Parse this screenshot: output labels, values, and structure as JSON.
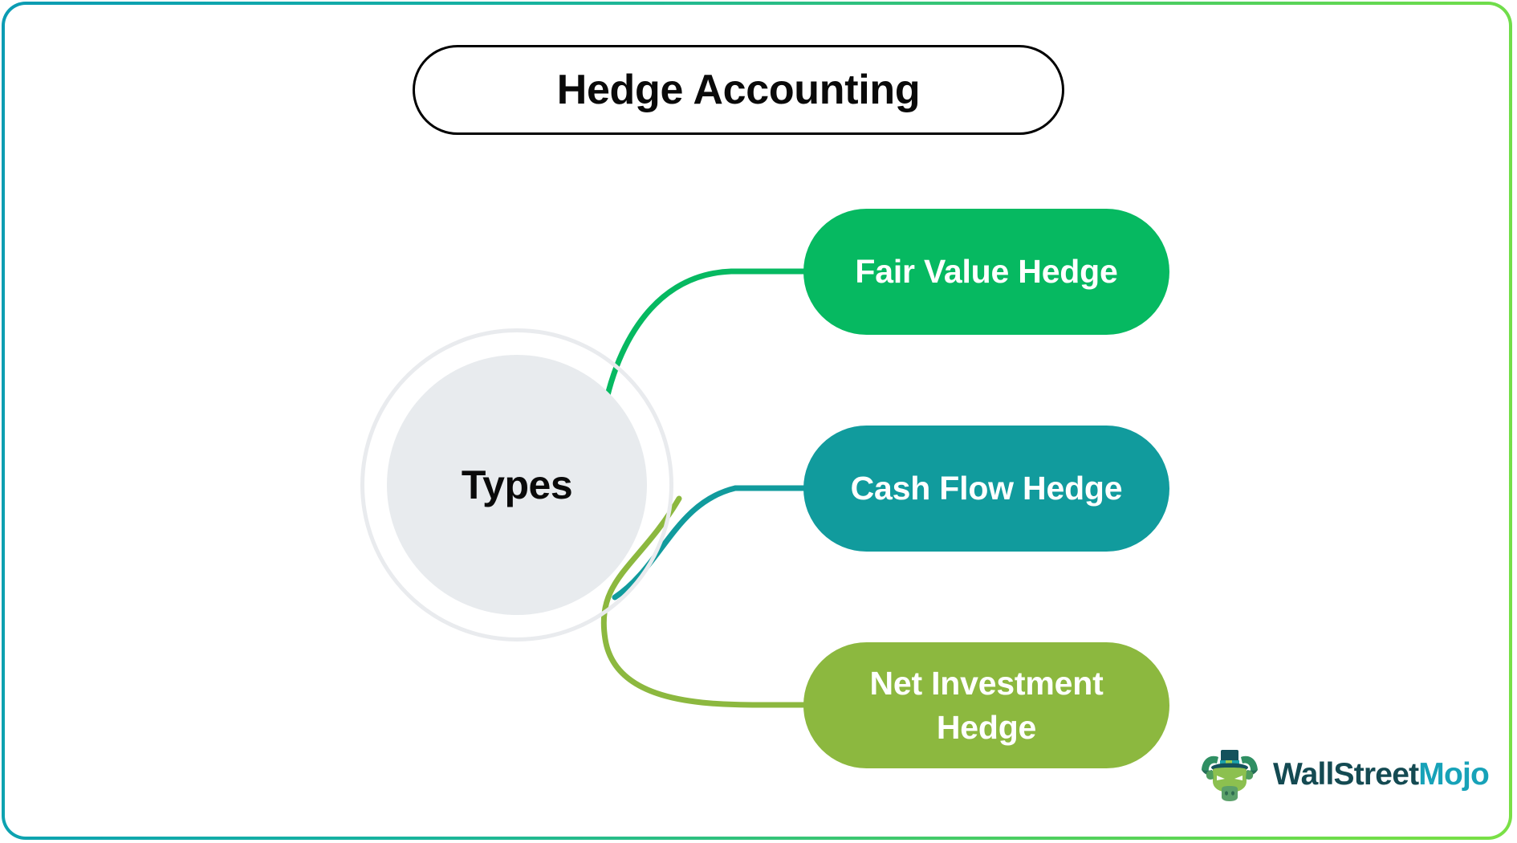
{
  "title": {
    "text": "Hedge Accounting"
  },
  "hub": {
    "label": "Types"
  },
  "branches": [
    {
      "label": "Fair Value Hedge",
      "color": "#06b961",
      "connector_color": "#06b961",
      "name": "fair-value-hedge"
    },
    {
      "label": "Cash Flow Hedge",
      "color": "#119b9d",
      "connector_color": "#119b9d",
      "name": "cash-flow-hedge"
    },
    {
      "label": "Net Investment Hedge",
      "color": "#8cb83f",
      "connector_color": "#8cb83f",
      "name": "net-investment-hedge"
    }
  ],
  "logo": {
    "wordmark_primary": "WallStreet",
    "wordmark_accent": "Mojo",
    "icon": "bull-with-tophat-icon"
  },
  "theme": {
    "card_border_start": "#0b9bb3",
    "card_border_end": "#7ae046",
    "hub_ring": "#e9ebee",
    "hub_fill": "#e8ebee",
    "title_border": "#000000",
    "title_text": "#0a0a0a",
    "pill_text": "#ffffff",
    "background": "#ffffff"
  }
}
